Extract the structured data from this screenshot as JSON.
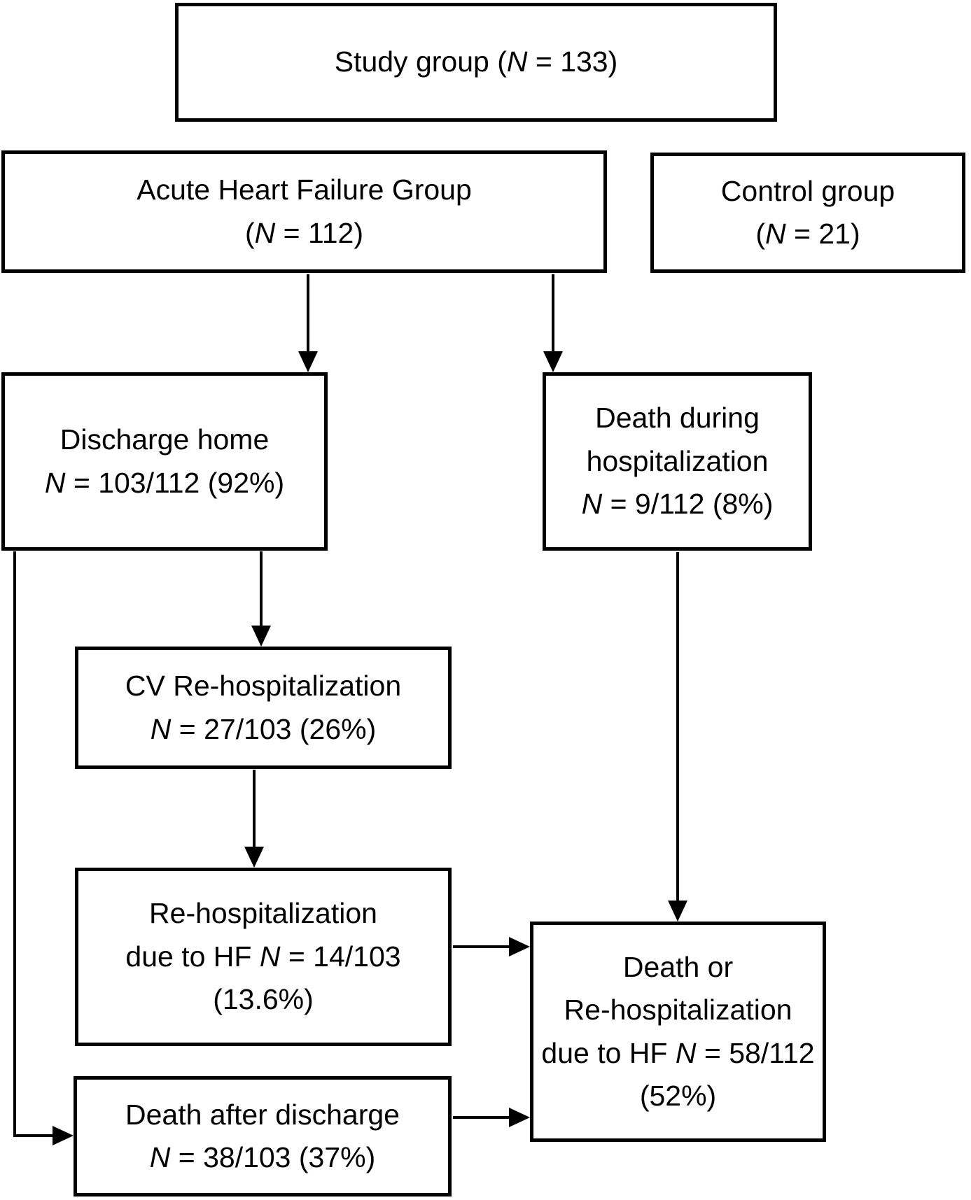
{
  "colors": {
    "background": "#ffffff",
    "line_color": "#000000",
    "text_color": "#000000"
  },
  "boxes": {
    "study_group": {
      "lines": [
        "Study group (N = 133)"
      ]
    },
    "ahf_group": {
      "lines": [
        "Acute Heart Failure Group",
        "(N = 112)"
      ]
    },
    "control_group": {
      "lines": [
        "Control group",
        "(N = 21)"
      ]
    },
    "discharge_home": {
      "lines": [
        "Discharge home",
        "N = 103/112 (92%)"
      ]
    },
    "death_during_hosp": {
      "lines": [
        "Death during",
        "hospitalization",
        "N = 9/112 (8%)"
      ]
    },
    "cv_rehosp": {
      "lines": [
        "CV Re-hospitalization",
        "N = 27/103 (26%)"
      ]
    },
    "rehosp_hf": {
      "lines": [
        "Re-hospitalization",
        "due to HF N = 14/103",
        "(13.6%)"
      ]
    },
    "death_after_discharge": {
      "lines": [
        "Death after discharge",
        "N = 38/103 (37%)"
      ]
    },
    "death_or_rehosp_hf": {
      "lines": [
        "Death or",
        "Re-hospitalization",
        "due to HF N = 58/112",
        "(52%)"
      ]
    }
  }
}
